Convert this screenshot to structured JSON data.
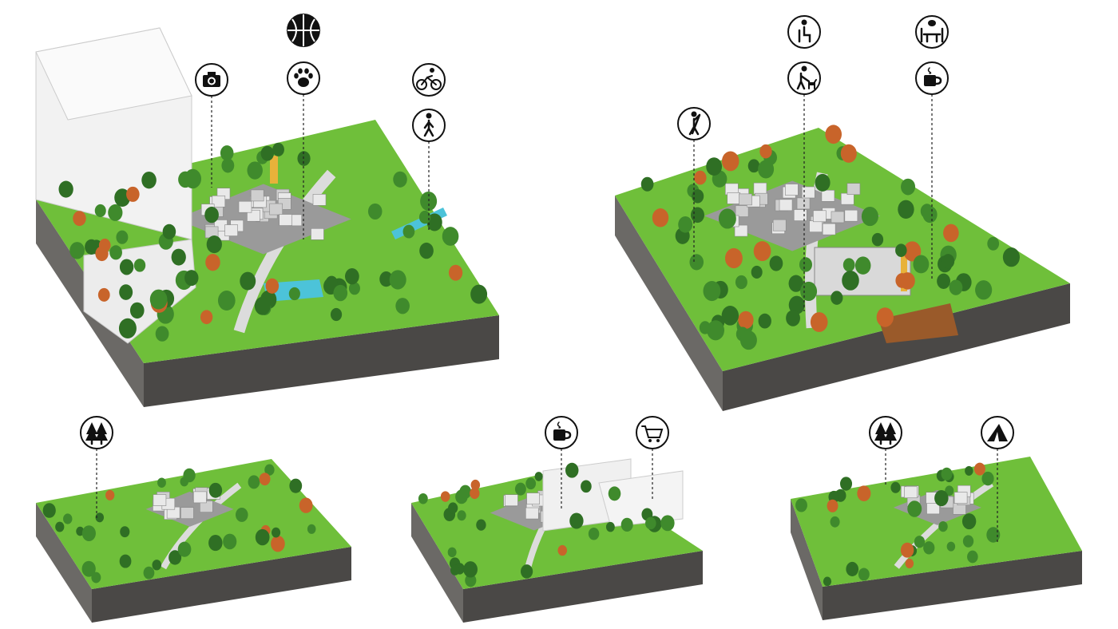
{
  "colors": {
    "grass": "#6fbf3a",
    "grass_dark": "#4f9a2a",
    "soil_side": "#6b6966",
    "soil_front": "#4a4846",
    "building": "#e9e9e9",
    "building_dark": "#9a9a9a",
    "path": "#dcdcdc",
    "tree": "#3f8a2c",
    "tree_autumn": "#c8642a",
    "water": "#4cc3d9",
    "accent_yellow": "#e8b23a",
    "icon_stroke": "#111111"
  },
  "blocks": [
    {
      "id": "block-main-left",
      "icons": [
        "camera-icon",
        "basketball-icon",
        "paw-icon",
        "bicycle-icon",
        "walking-icon"
      ]
    },
    {
      "id": "block-main-right",
      "icons": [
        "golf-icon",
        "sitting-person-icon",
        "dog-walking-icon",
        "meeting-table-icon",
        "coffee-cup-icon"
      ]
    },
    {
      "id": "block-small-1",
      "icons": [
        "forest-icon"
      ]
    },
    {
      "id": "block-small-2",
      "icons": [
        "coffee-cup-icon",
        "shopping-cart-icon"
      ]
    },
    {
      "id": "block-small-3",
      "icons": [
        "forest-icon",
        "tent-icon"
      ]
    }
  ]
}
